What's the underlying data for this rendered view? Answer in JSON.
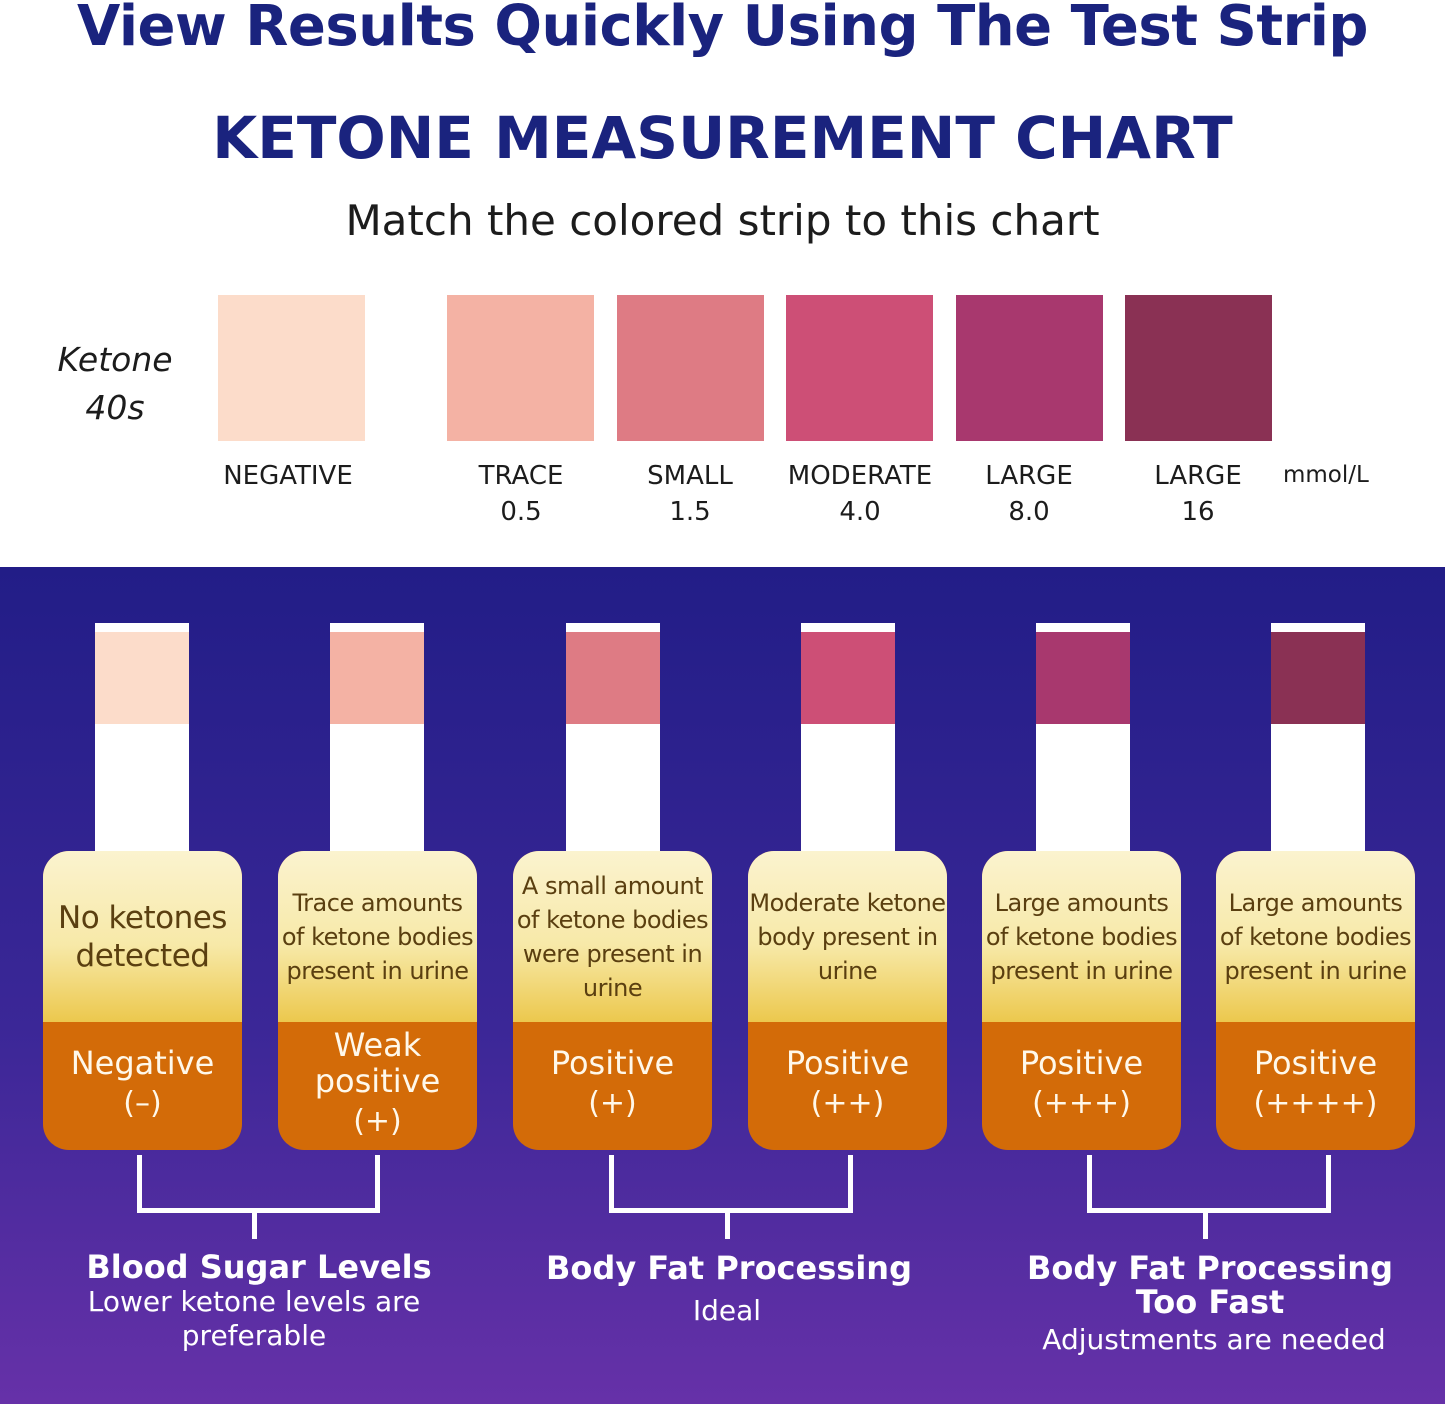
{
  "headline": "View Results Quickly Using The Test Strip",
  "chart": {
    "title": "KETONE MEASUREMENT CHART",
    "subtitle": "Match the colored strip to this chart",
    "row_label_line1": "Ketone",
    "row_label_line2": "40s",
    "unit": "mmol/L",
    "swatches": [
      {
        "label": "NEGATIVE",
        "value": "",
        "color": "#fcdcca"
      },
      {
        "label": "TRACE",
        "value": "0.5",
        "color": "#f4b2a4"
      },
      {
        "label": "SMALL",
        "value": "1.5",
        "color": "#de7b84"
      },
      {
        "label": "MODERATE",
        "value": "4.0",
        "color": "#cd4f76"
      },
      {
        "label": "LARGE",
        "value": "8.0",
        "color": "#a8386e"
      },
      {
        "label": "LARGE",
        "value": "16",
        "color": "#8a3154"
      }
    ]
  },
  "results": [
    {
      "description": "No ketones detected",
      "status": "Negative",
      "symbol": "(–)",
      "color": "#fcdcca"
    },
    {
      "description": "Trace amounts of ketone bodies present in urine",
      "status": "Weak\npositive",
      "symbol": "(+)",
      "color": "#f4b2a4"
    },
    {
      "description": "A small amount of ketone bodies were present in urine",
      "status": "Positive",
      "symbol": "(+)",
      "color": "#de7b84"
    },
    {
      "description": "Moderate ketone body present in urine",
      "status": "Positive",
      "symbol": "(++)",
      "color": "#cd4f76"
    },
    {
      "description": "Large amounts of ketone bodies present in urine",
      "status": "Positive",
      "symbol": "(+++)",
      "color": "#a8386e"
    },
    {
      "description": "Large amounts of ketone bodies present in urine",
      "status": "Positive",
      "symbol": "(++++)",
      "color": "#8a3154"
    }
  ],
  "groups": [
    {
      "title": "Blood Sugar Levels",
      "description": "Lower ketone levels are preferable"
    },
    {
      "title": "Body Fat Processing",
      "description": "Ideal"
    },
    {
      "title": "Body Fat Processing Too Fast",
      "description": "Adjustments are needed"
    }
  ]
}
